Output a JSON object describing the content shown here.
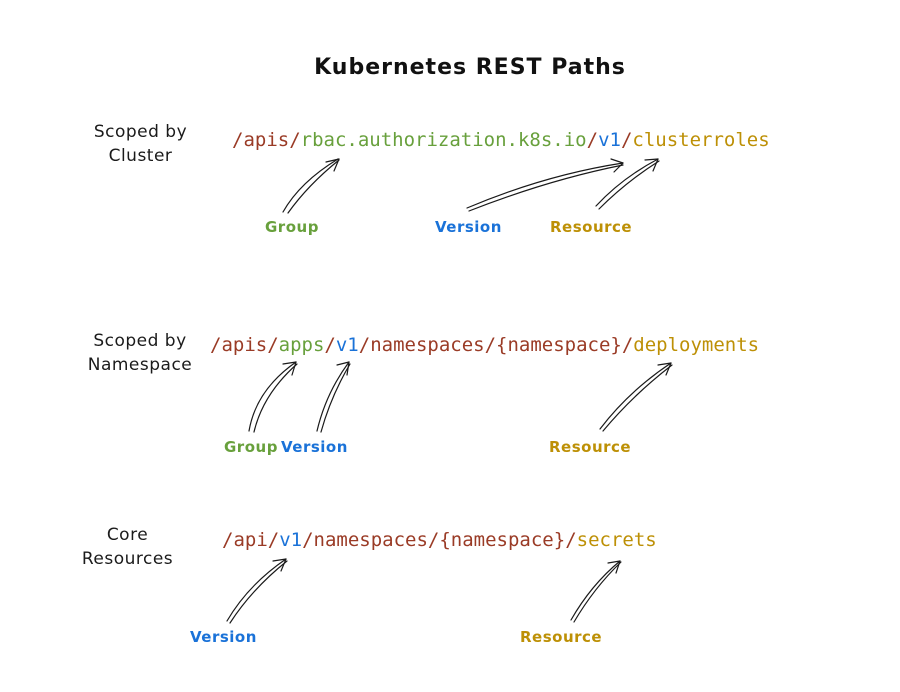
{
  "title": "Kubernetes REST Paths",
  "colors": {
    "separator": "#9a3b26",
    "group": "#68a03c",
    "version": "#1a72d8",
    "resource": "#bd9006",
    "text": "#111111"
  },
  "sections": [
    {
      "id": "scoped-by-cluster",
      "label_lines": [
        "Scoped by",
        "Cluster"
      ],
      "path_segments": [
        {
          "text": "/apis/",
          "role": "separator"
        },
        {
          "text": "rbac.authorization.k8s.io",
          "role": "group"
        },
        {
          "text": "/",
          "role": "separator"
        },
        {
          "text": "v1",
          "role": "version"
        },
        {
          "text": "/",
          "role": "separator"
        },
        {
          "text": "clusterroles",
          "role": "resource"
        }
      ],
      "annotations": [
        {
          "text": "Group",
          "role": "group"
        },
        {
          "text": "Version",
          "role": "version"
        },
        {
          "text": "Resource",
          "role": "resource"
        }
      ]
    },
    {
      "id": "scoped-by-namespace",
      "label_lines": [
        "Scoped by",
        "Namespace"
      ],
      "path_segments": [
        {
          "text": "/apis/",
          "role": "separator"
        },
        {
          "text": "apps",
          "role": "group"
        },
        {
          "text": "/",
          "role": "separator"
        },
        {
          "text": "v1",
          "role": "version"
        },
        {
          "text": "/namespaces/{namespace}/",
          "role": "separator"
        },
        {
          "text": "deployments",
          "role": "resource"
        }
      ],
      "annotations": [
        {
          "text": "Group",
          "role": "group"
        },
        {
          "text": "Version",
          "role": "version"
        },
        {
          "text": "Resource",
          "role": "resource"
        }
      ]
    },
    {
      "id": "core-resources",
      "label_lines": [
        "Core",
        "Resources"
      ],
      "path_segments": [
        {
          "text": "/api/",
          "role": "separator"
        },
        {
          "text": "v1",
          "role": "version"
        },
        {
          "text": "/namespaces/{namespace}/",
          "role": "separator"
        },
        {
          "text": "secrets",
          "role": "resource"
        }
      ],
      "annotations": [
        {
          "text": "Version",
          "role": "version"
        },
        {
          "text": "Resource",
          "role": "resource"
        }
      ]
    }
  ]
}
